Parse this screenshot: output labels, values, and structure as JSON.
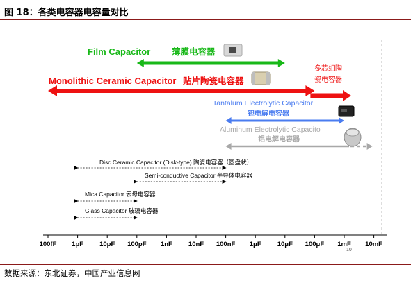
{
  "figure": {
    "title": "图 18：各类电容器电容量对比",
    "source": "数据来源：东北证券，中国产业信息网"
  },
  "colors": {
    "film": "#18b818",
    "mlcc": "#ee1111",
    "tantalum": "#4a7cf0",
    "aluminum": "#a8a8a8",
    "black": "#000000",
    "brand_rule": "#8b1a1a"
  },
  "labels": {
    "film_en": "Film Capacitor",
    "film_cn": "薄膜电容器",
    "mlcc_en": "Monolithic Ceramic Capacitor",
    "mlcc_cn": "贴片陶瓷电容器",
    "multilayer_line1": "多芯组陶",
    "multilayer_line2": "瓷电容器",
    "tantalum_en": "Tantalum Electrolytic Capacitor",
    "tantalum_cn": "钽电解电容器",
    "aluminum_en": "Aluminum Electrolytic Capacito",
    "aluminum_cn": "铝电解电容器",
    "disc": "Disc Ceramic Capacitor (Disk-type) 陶瓷电容器（圆盘状）",
    "semi": "Semi-conductive Capacitor 半导体电容器",
    "mica": "Mica Capacitor 云母电容器",
    "glass": "Glass Capacitor 玻璃电容器",
    "stray_10": "10"
  },
  "icons": [
    "film-chip-icon",
    "ceramic-chip-icon",
    "tantalum-chip-icon",
    "aluminum-can-icon"
  ],
  "chart_data": {
    "type": "range",
    "x_scale": "log",
    "x_ticks": [
      "100fF",
      "1pF",
      "10pF",
      "100pF",
      "1nF",
      "10nF",
      "100nF",
      "1μF",
      "10μF",
      "100μF",
      "1mF",
      "10mF"
    ],
    "ranges": [
      {
        "name": "Film Capacitor 薄膜电容器",
        "from": "100pF",
        "to": "10μF"
      },
      {
        "name": "Monolithic Ceramic Capacitor 贴片陶瓷电容器",
        "from": "100fF",
        "to": "100μF"
      },
      {
        "name": "多芯组陶瓷电容器",
        "from": "100μF",
        "to": "1mF"
      },
      {
        "name": "Tantalum Electrolytic Capacitor 钽电解电容器",
        "from": "100nF",
        "to": "1mF"
      },
      {
        "name": "Aluminum Electrolytic Capacito 铝电解电容器",
        "from": "100nF",
        "to": "10mF"
      },
      {
        "name": "Disc Ceramic Capacitor (Disk-type) 陶瓷电容器（圆盘状）",
        "from": "1pF",
        "to": "100nF"
      },
      {
        "name": "Semi-conductive Capacitor 半导体电容器",
        "from": "100pF",
        "to": "100nF"
      },
      {
        "name": "Mica Capacitor 云母电容器",
        "from": "1pF",
        "to": "100pF"
      },
      {
        "name": "Glass Capacitor 玻璃电容器",
        "from": "1pF",
        "to": "100pF"
      }
    ]
  }
}
